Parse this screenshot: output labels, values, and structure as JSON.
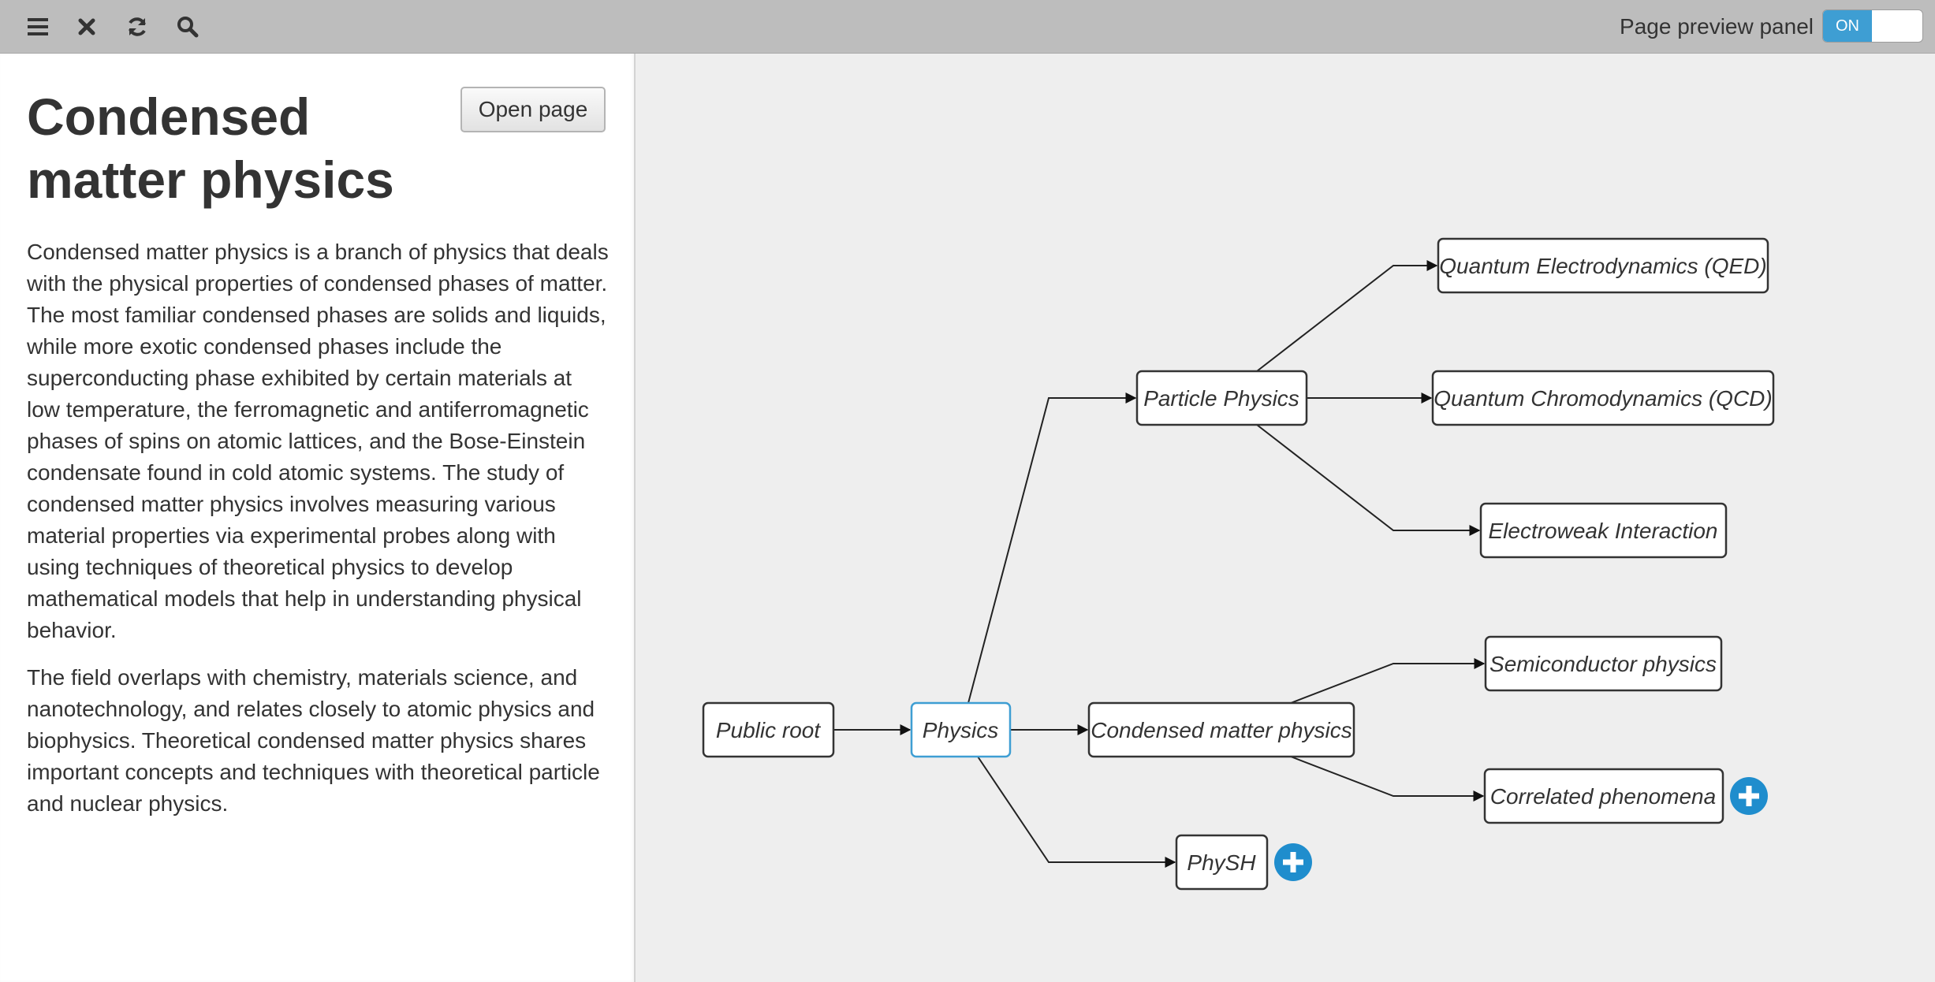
{
  "toolbar": {
    "icons": [
      "menu-icon",
      "close-icon",
      "refresh-icon",
      "search-icon"
    ],
    "preview_label": "Page preview panel",
    "toggle_on_label": "ON"
  },
  "side_panel": {
    "title": "Condensed matter physics",
    "open_page_label": "Open page",
    "paragraphs": [
      "Condensed matter physics is a branch of physics that deals with the physical properties of condensed phases of matter. The most familiar condensed phases are solids and liquids, while more exotic condensed phases include the superconducting phase exhibited by certain materials at low temperature, the ferromagnetic and antiferromagnetic phases of spins on atomic lattices, and the Bose-Einstein condensate found in cold atomic systems. The study of condensed matter physics involves measuring various material properties via experimental probes along with using techniques of theoretical physics to develop mathematical models that help in understanding physical behavior.",
      "The field overlaps with chemistry, materials science, and nanotechnology, and relates closely to atomic physics and biophysics. Theoretical condensed matter physics shares important concepts and techniques with theoretical particle and nuclear physics."
    ]
  },
  "graph": {
    "selected_color": "#3e9ed3",
    "nodes": {
      "public_root": "Public root",
      "physics": "Physics",
      "particle_physics": "Particle Physics",
      "condensed_matter": "Condensed matter physics",
      "physh": "PhySH",
      "qed": "Quantum Electrodynamics (QED)",
      "qcd": "Quantum Chromodynamics (QCD)",
      "electroweak": "Electroweak Interaction",
      "semiconductor": "Semiconductor physics",
      "correlated": "Correlated phenomena"
    },
    "expand_icon": "plus-circle-icon"
  }
}
